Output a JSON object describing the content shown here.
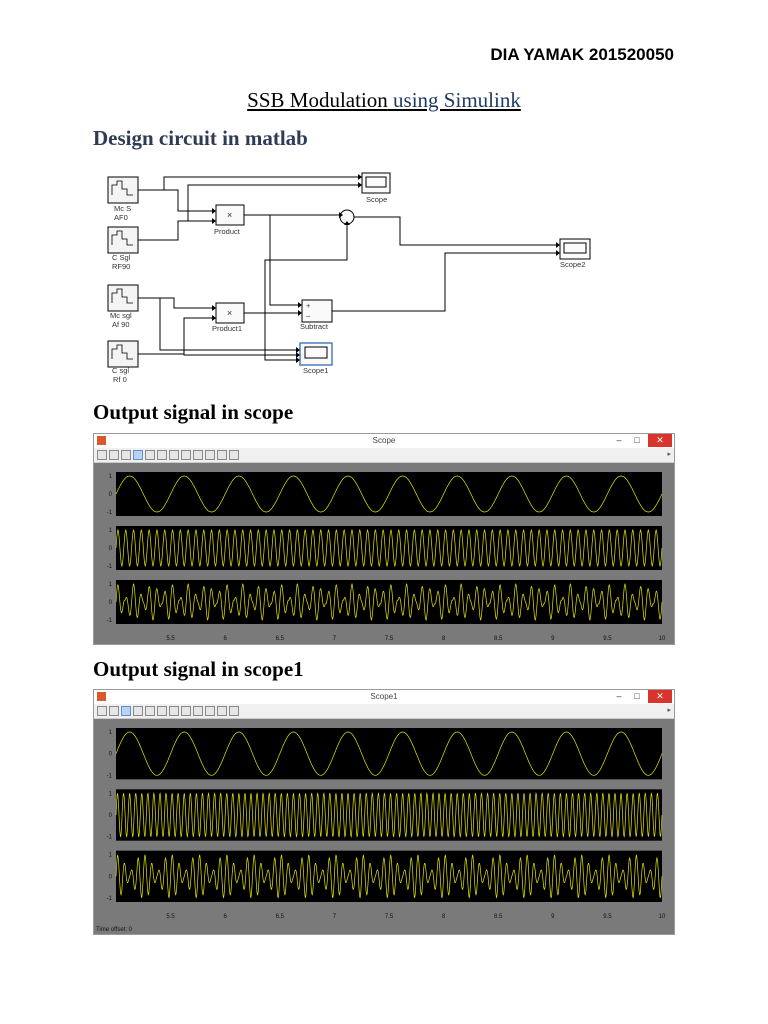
{
  "author": "DIA YAMAK 201520050",
  "title": {
    "part1": "SSB Modulation",
    "part2": " using Simulink"
  },
  "headings": {
    "design": "Design circuit in matlab",
    "out_scope": "Output signal in scope",
    "out_scope1": "Output signal in scope1"
  },
  "diagram": {
    "blocks": {
      "src1": [
        "Mc S",
        "AF0"
      ],
      "src2": [
        "C Sgl",
        "RF90"
      ],
      "src3": [
        "Mc sgl",
        "Af 90"
      ],
      "src4": [
        "C sgl",
        "Rf 0"
      ],
      "product": "Product",
      "product1": "Product1",
      "subtract": "Subtract",
      "scope": "Scope",
      "scope1": "Scope1",
      "scope2": "Scope2",
      "times": "×",
      "plus": "+",
      "minus": "−"
    }
  },
  "windows": [
    {
      "title": "Scope",
      "controls": {
        "min": "–",
        "max": "□",
        "close": "✕"
      },
      "y_ticks": [
        "1",
        "0",
        "-1"
      ],
      "x_ticks": [
        "5.5",
        "6",
        "6.5",
        "7",
        "7.5",
        "8",
        "8.5",
        "9",
        "9.5",
        "10"
      ],
      "chart_data": {
        "type": "line",
        "x_range": [
          5,
          10
        ],
        "ylim": [
          -1,
          1
        ],
        "series": [
          {
            "cycles": 10
          },
          {
            "cycles": 70
          },
          {
            "cycles": 70,
            "envelope_cycles": 30
          }
        ]
      }
    },
    {
      "title": "Scope1",
      "controls": {
        "min": "–",
        "max": "□",
        "close": "✕"
      },
      "y_ticks": [
        "1",
        "0",
        "-1"
      ],
      "x_ticks": [
        "5.5",
        "6",
        "6.5",
        "7",
        "7.5",
        "8",
        "8.5",
        "9",
        "9.5",
        "10"
      ],
      "time_offset": "Time offset:  0",
      "chart_data": {
        "type": "line",
        "x_range": [
          5,
          10
        ],
        "ylim": [
          -1,
          1
        ],
        "series": [
          {
            "cycles": 10
          },
          {
            "cycles": 90
          },
          {
            "cycles": 80,
            "envelope_cycles": 20
          }
        ]
      }
    }
  ]
}
